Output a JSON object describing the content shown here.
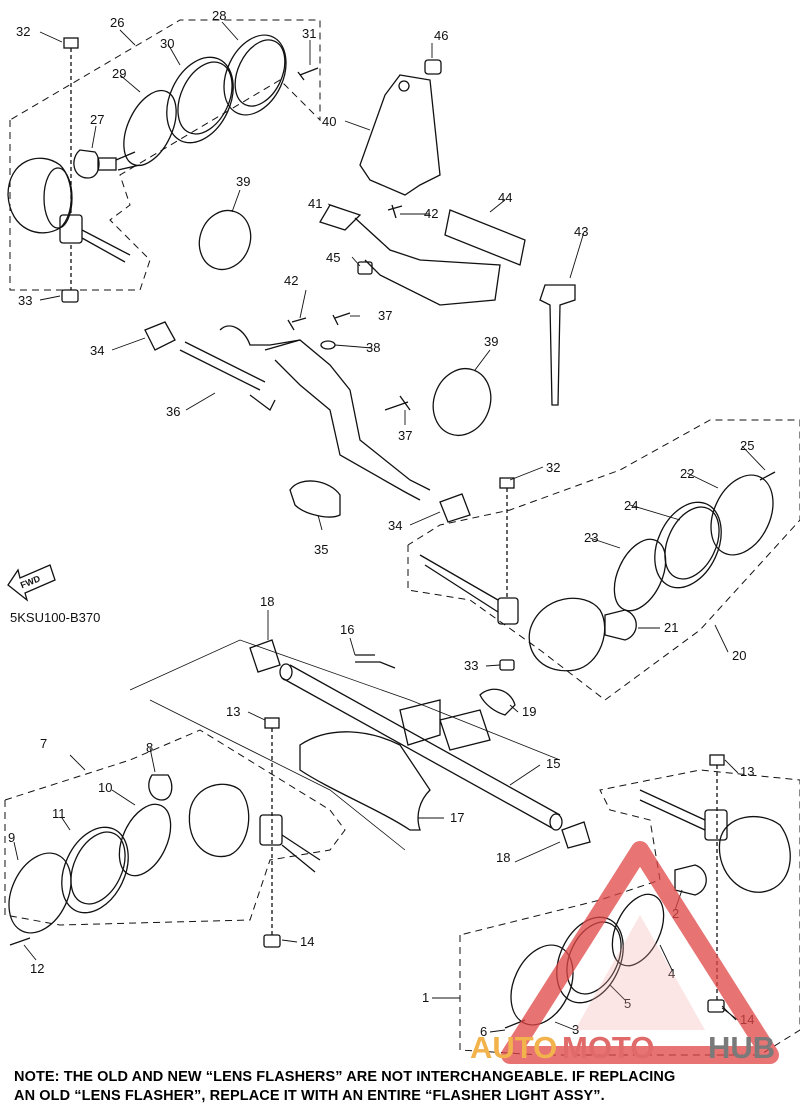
{
  "diagram_code": "5KSU100-B370",
  "fwd_label": "FWD",
  "note_lines": [
    "NOTE: THE OLD AND NEW “LENS FLASHERS” ARE NOT INTERCHANGEABLE. IF REPLACING",
    "AN OLD “LENS FLASHER”, REPLACE IT WITH AN ENTIRE “FLASHER LIGHT ASSY”."
  ],
  "watermark": {
    "part1": "AUTO",
    "part2": "MOTO",
    "part3": "HUB"
  },
  "callouts": [
    "1",
    "2",
    "3",
    "4",
    "5",
    "6",
    "7",
    "8",
    "9",
    "10",
    "11",
    "12",
    "13",
    "13",
    "14",
    "14",
    "15",
    "16",
    "17",
    "18",
    "18",
    "19",
    "20",
    "21",
    "22",
    "23",
    "24",
    "25",
    "26",
    "27",
    "28",
    "29",
    "30",
    "31",
    "32",
    "32",
    "33",
    "33",
    "34",
    "34",
    "35",
    "36",
    "37",
    "37",
    "38",
    "39",
    "39",
    "40",
    "41",
    "42",
    "42",
    "43",
    "44",
    "45",
    "46"
  ],
  "colors": {
    "line": "#111111",
    "watermark_red": "#e04545",
    "watermark_orange": "#f2b24c",
    "watermark_gray": "#7a7a7a"
  }
}
